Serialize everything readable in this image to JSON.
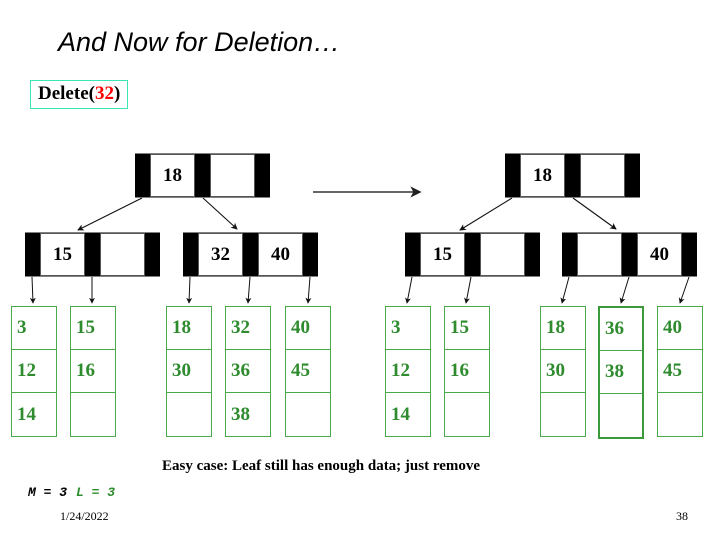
{
  "slide": {
    "title": "And Now for Deletion…",
    "callout": {
      "prefix": "Delete(",
      "value": "32",
      "suffix": ")"
    },
    "caption": "Easy case: Leaf still has enough data; just remove",
    "legend": {
      "m": "M = 3",
      "l": "L = 3"
    },
    "footer": {
      "date": "1/24/2022",
      "page": "38"
    },
    "colors": {
      "callout_border": "#3ce6b4",
      "callout_value": "#ff0000",
      "leaf_border": "#4aa94a",
      "leaf_text": "#2e8b2e",
      "pointer_block": "#000000",
      "legend_l": "#2e8b2e"
    },
    "transition_arrow": "right-arrow-icon"
  },
  "before": {
    "label": "B+ tree before deletion",
    "root": {
      "keys": [
        "18",
        ""
      ]
    },
    "internal": [
      {
        "keys": [
          "15",
          ""
        ]
      },
      {
        "keys": [
          "32",
          "40"
        ]
      }
    ],
    "leaves": [
      {
        "cells": [
          "3",
          "12",
          "14"
        ]
      },
      {
        "cells": [
          "15",
          "16",
          ""
        ]
      },
      {
        "cells": [
          "18",
          "30",
          ""
        ]
      },
      {
        "cells": [
          "32",
          "36",
          "38"
        ]
      },
      {
        "cells": [
          "40",
          "45",
          ""
        ]
      }
    ]
  },
  "after": {
    "label": "B+ tree after deletion",
    "root": {
      "keys": [
        "18",
        ""
      ]
    },
    "internal": [
      {
        "keys": [
          "15",
          ""
        ]
      },
      {
        "keys": [
          "",
          "40"
        ]
      }
    ],
    "leaves": [
      {
        "cells": [
          "3",
          "12",
          "14"
        ]
      },
      {
        "cells": [
          "15",
          "16",
          ""
        ]
      },
      {
        "cells": [
          "18",
          "30",
          ""
        ]
      },
      {
        "cells": [
          "36",
          "38",
          ""
        ]
      },
      {
        "cells": [
          "40",
          "45",
          ""
        ]
      }
    ]
  }
}
